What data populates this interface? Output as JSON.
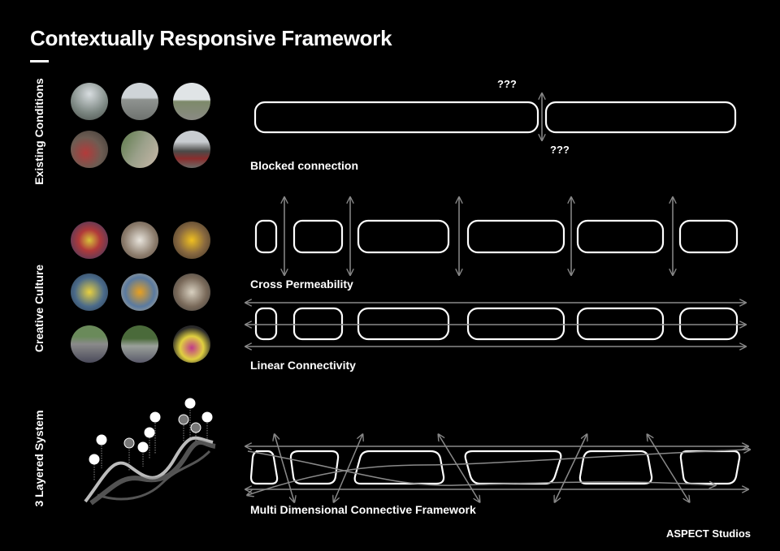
{
  "title": "Contextually Responsive Framework",
  "sections": {
    "existing": "Existing Conditions",
    "culture": "Creative Culture",
    "layered": "3 Layered System"
  },
  "diagrams": {
    "blocked": {
      "caption": "Blocked connection",
      "question_top": "???",
      "question_bottom": "???"
    },
    "cross": {
      "caption": "Cross Permeability"
    },
    "linear": {
      "caption": "Linear Connectivity"
    },
    "multi": {
      "caption": "Multi Dimensional Connective Framework"
    }
  },
  "footer": "ASPECT Studios",
  "colors": {
    "background": "#000000",
    "line": "#ffffff",
    "arrow": "#8a8a8a"
  }
}
